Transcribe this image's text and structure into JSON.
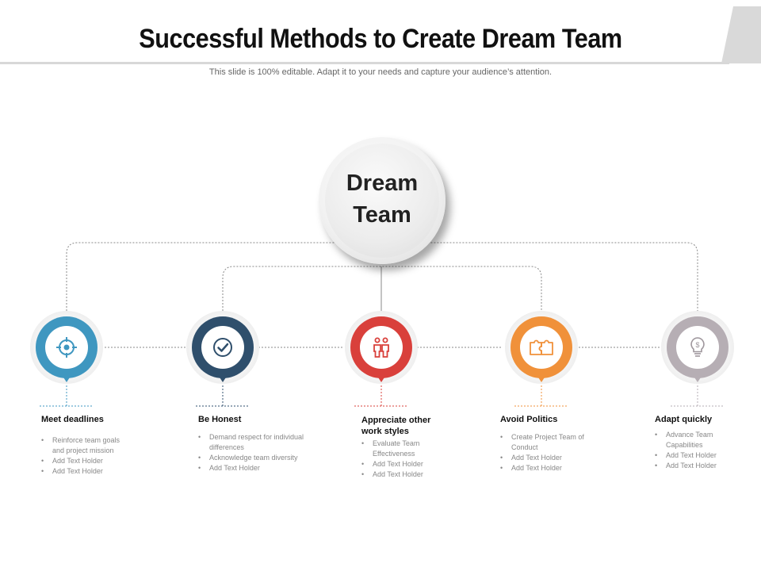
{
  "header": {
    "title": "Successful Methods to Create Dream Team",
    "subtitle": "This slide is 100% editable. Adapt it to your needs and capture your audience’s attention."
  },
  "hub": {
    "line1": "Dream",
    "line2": "Team"
  },
  "colors": {
    "blue": "#3f97c0",
    "navy": "#2f4f6c",
    "red": "#d9403b",
    "orange": "#f0913a",
    "gray": "#b6aeb4"
  },
  "items": [
    {
      "title": "Meet deadlines",
      "icon": "target-icon",
      "color": "#3f97c0",
      "bullets": [
        "Reinforce team goals and project mission",
        "Add Text Holder",
        "Add Text Holder"
      ]
    },
    {
      "title": "Be Honest",
      "icon": "checkmark-icon",
      "color": "#2f4f6c",
      "bullets": [
        "Demand respect for individual differences",
        "Acknowledge team diversity",
        "Add Text Holder"
      ]
    },
    {
      "title": "Appreciate other work styles",
      "icon": "two-people-icon",
      "color": "#d9403b",
      "bullets": [
        "Evaluate Team Effectiveness",
        "Add Text Holder",
        "Add Text Holder"
      ]
    },
    {
      "title": "Avoid Politics",
      "icon": "puzzle-icon",
      "color": "#f0913a",
      "bullets": [
        "Create Project Team of Conduct",
        "Add Text Holder",
        "Add Text Holder"
      ]
    },
    {
      "title": "Adapt quickly",
      "icon": "lightbulb-icon",
      "color": "#b6aeb4",
      "bullets": [
        "Advance Team Capabilities",
        "Add Text Holder",
        "Add Text Holder"
      ]
    }
  ]
}
